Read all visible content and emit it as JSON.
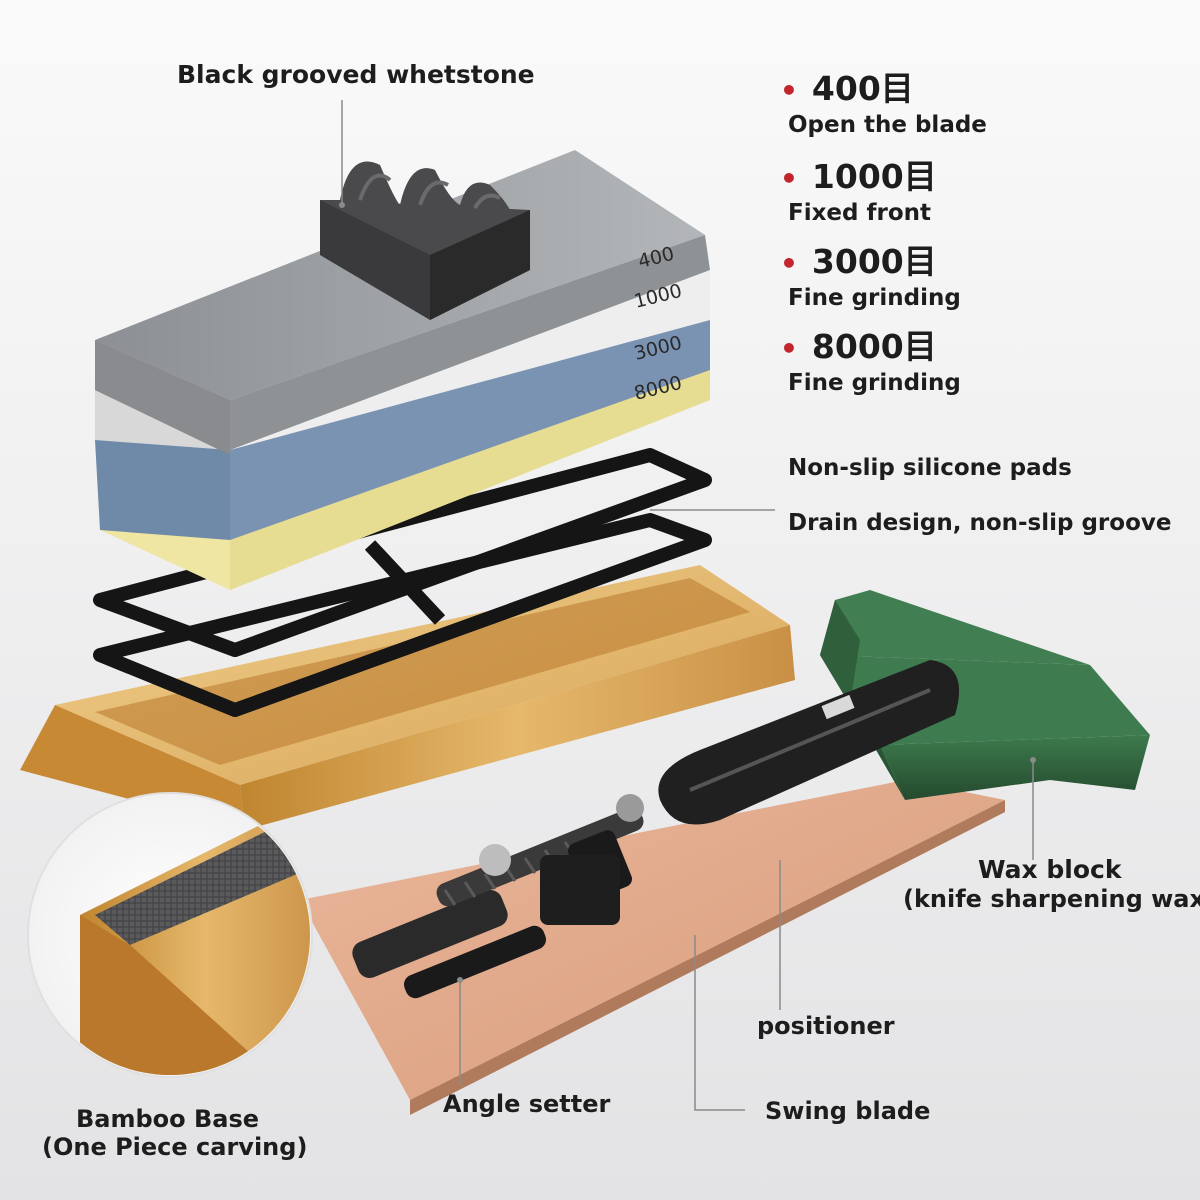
{
  "callouts": {
    "black_whetstone": "Black grooved whetstone",
    "silicone_pads": "Non-slip silicone pads",
    "drain_design": "Drain design, non-slip groove",
    "wax_block_line1": "Wax block",
    "wax_block_line2": "(knife sharpening wax)",
    "positioner": "positioner",
    "swing_blade": "Swing blade",
    "angle_setter": "Angle setter",
    "bamboo_line1": "Bamboo Base",
    "bamboo_line2": "(One Piece carving)"
  },
  "grits": [
    {
      "grit": "400目",
      "desc": "Open the blade"
    },
    {
      "grit": "1000目",
      "desc": "Fixed front"
    },
    {
      "grit": "3000目",
      "desc": "Fine grinding"
    },
    {
      "grit": "8000目",
      "desc": "Fine grinding"
    }
  ],
  "stone_labels": [
    "400",
    "1000",
    "3000",
    "8000"
  ],
  "colors": {
    "bullet": "#c0262b",
    "grey_stone": "#7e8286",
    "white_stone": "#e9e9e9",
    "blue_stone": "#7e98b8",
    "yellow_stone": "#e9e2a6",
    "bamboo": "#d19a4c",
    "wax_green": "#2f5f3c",
    "leather": "#e0a98c"
  }
}
